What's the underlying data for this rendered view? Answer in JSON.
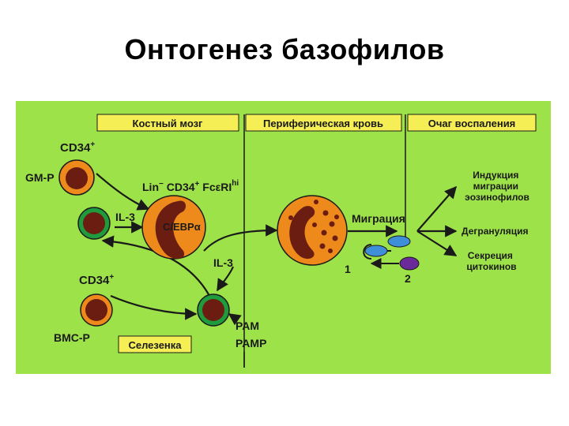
{
  "title": "Онтогенез базофилов",
  "zones": {
    "bone_marrow": "Костный мозг",
    "peripheral_blood": "Периферическая кровь",
    "inflammation_site": "Очаг воспаления",
    "spleen": "Селезенка"
  },
  "labels": {
    "cd34_top": "CD34",
    "cd34_bottom": "CD34",
    "plus": "+",
    "gm_p": "GM-P",
    "bmc_p": "BMC-P",
    "il3_top": "IL-3",
    "il3_bottom": "IL-3",
    "lin_marker": "Lin",
    "lin_sup": "−",
    "cd34_marker": " CD34",
    "cd34_sup": "+",
    "fce_marker": " FcεRI",
    "fce_sup": "hi",
    "cebp": "C/EBPα",
    "migration": "Миграция",
    "num1": "1",
    "num2": "2",
    "pam": "PAM",
    "pamp": "PAMP"
  },
  "outcomes": {
    "induction": [
      "Индукция",
      "миграции",
      "эозинофилов"
    ],
    "degranulation": "Дегрануляция",
    "secretion": [
      "Секреция",
      "цитокинов"
    ]
  },
  "colors": {
    "panel_bg": "#9ee24a",
    "label_box": "#f6ee55",
    "cell_orange": "#ee8a1c",
    "cell_dark": "#6a1d10",
    "cell_green": "#1f9a3c",
    "receptor_blue": "#3f8fd8",
    "receptor_purple": "#6a2a9a"
  }
}
